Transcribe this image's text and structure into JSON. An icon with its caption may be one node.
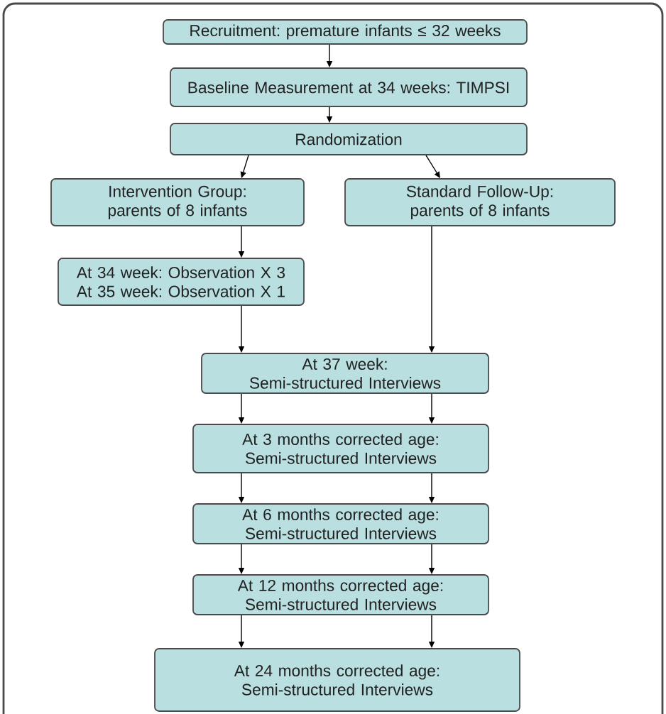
{
  "diagram": {
    "nodes": [
      {
        "text": [
          "Recruitment: premature infants ≤ 32 weeks"
        ]
      },
      {
        "text": [
          "Baseline Measurement at 34 weeks: TIMPSI"
        ]
      },
      {
        "text": [
          "Randomization"
        ]
      },
      {
        "text": [
          "Intervention Group:",
          "parents of 8 infants"
        ]
      },
      {
        "text": [
          "Standard Follow-Up:",
          "parents of 8 infants"
        ]
      },
      {
        "text": [
          "At 34 week: Observation X 3",
          "At 35 week: Observation X 1"
        ]
      },
      {
        "text": [
          "At 37 week:",
          "Semi-structured Interviews"
        ]
      },
      {
        "text": [
          "At 3 months corrected age:",
          "Semi-structured Interviews"
        ]
      },
      {
        "text": [
          "At 6 months corrected age:",
          "Semi-structured Interviews"
        ]
      },
      {
        "text": [
          "At 12 months corrected age:",
          "Semi-structured Interviews"
        ]
      },
      {
        "text": [
          "At 24 months corrected age:",
          "Semi-structured Interviews"
        ]
      }
    ],
    "edges": [
      {
        "from": 0,
        "to": 1,
        "arrow": "to"
      },
      {
        "from": 1,
        "to": 2,
        "arrow": "to"
      },
      {
        "from": 2,
        "to": 3,
        "arrow": "to"
      },
      {
        "from": 2,
        "to": 4,
        "arrow": "to"
      },
      {
        "from": 3,
        "to": 5,
        "arrow": "to"
      },
      {
        "from": 5,
        "to": 6,
        "arrow": "to"
      },
      {
        "from": 4,
        "to": 6,
        "arrow": "to"
      },
      {
        "from": 6,
        "to": 7,
        "arrow": "to"
      },
      {
        "from": 6,
        "to": 7,
        "arrow": "to"
      },
      {
        "from": 7,
        "to": 8,
        "arrow": "to"
      },
      {
        "from": 7,
        "to": 8,
        "arrow": "to"
      },
      {
        "from": 8,
        "to": 9,
        "arrow": "to"
      },
      {
        "from": 8,
        "to": 9,
        "arrow": "to"
      },
      {
        "from": 9,
        "to": 10,
        "arrow": "to"
      },
      {
        "from": 9,
        "to": 10,
        "arrow": "to"
      }
    ]
  }
}
